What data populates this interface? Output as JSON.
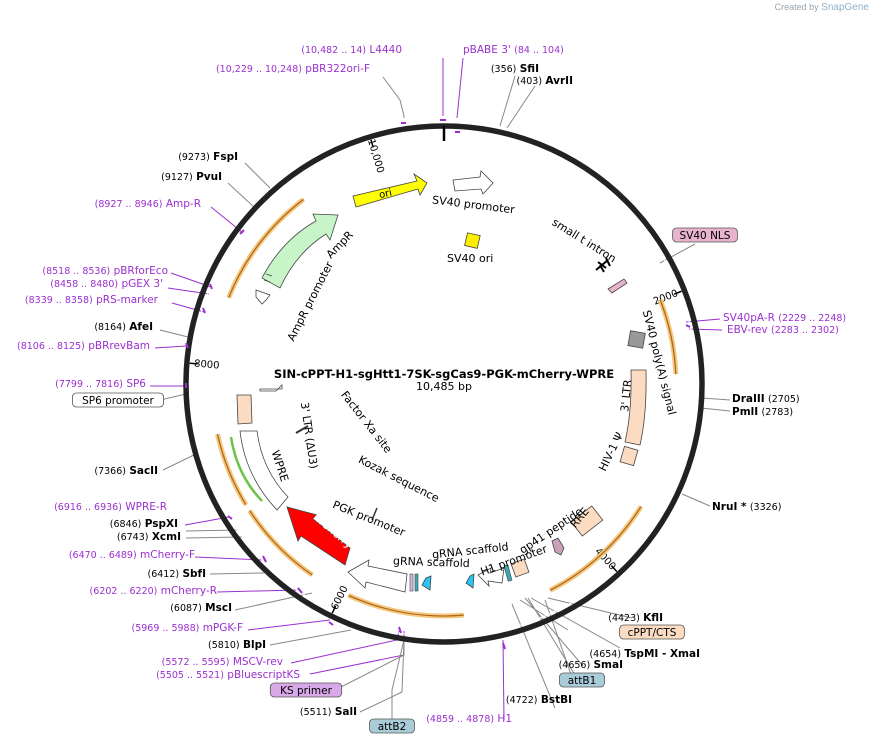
{
  "header": {
    "credit_prefix": "Created by",
    "credit_brand": "SnapGene"
  },
  "plasmid": {
    "name": "SIN-cPPT-H1-sgHtt1-7SK-sgCas9-PGK-mCherry-WPRE",
    "size": "10,485 bp",
    "length_bp": 10485
  },
  "ruler": [
    {
      "bp": 2000,
      "label": "2000"
    },
    {
      "bp": 4000,
      "label": "4000"
    },
    {
      "bp": 6000,
      "label": "6000"
    },
    {
      "bp": 8000,
      "label": "8000"
    },
    {
      "bp": 10000,
      "label": "10,000"
    }
  ],
  "colors": {
    "enzyme": "#000000",
    "primer": "#9b30d0",
    "ring": "#222222",
    "orf_outline": "#d4941f",
    "leader": "#888888"
  },
  "sites": [
    {
      "kind": "primer",
      "name": "L4440",
      "pos": "(10,482 .. 14)"
    },
    {
      "kind": "primer",
      "name": "pBABE 3'",
      "pos": "(84 .. 104)"
    },
    {
      "kind": "primer",
      "name": "pBR322ori-F",
      "pos": "(10,229 .. 10,248)"
    },
    {
      "kind": "enzyme",
      "name": "SfiI",
      "pos": "(356)"
    },
    {
      "kind": "enzyme",
      "name": "AvrII",
      "pos": "(403)"
    },
    {
      "kind": "enzyme",
      "name": "FspI",
      "pos": "(9273)"
    },
    {
      "kind": "enzyme",
      "name": "PvuI",
      "pos": "(9127)"
    },
    {
      "kind": "primer",
      "name": "Amp-R",
      "pos": "(8927 .. 8946)"
    },
    {
      "kind": "feature",
      "name": "SV40 NLS",
      "box": "#e8b4cd"
    },
    {
      "kind": "primer",
      "name": "SV40pA-R",
      "pos": "(2229 .. 2248)"
    },
    {
      "kind": "primer",
      "name": "EBV-rev",
      "pos": "(2283 .. 2302)"
    },
    {
      "kind": "primer",
      "name": "pBRforEco",
      "pos": "(8518 .. 8536)"
    },
    {
      "kind": "primer",
      "name": "pGEX 3'",
      "pos": "(8458 .. 8480)"
    },
    {
      "kind": "primer",
      "name": "pRS-marker",
      "pos": "(8339 .. 8358)"
    },
    {
      "kind": "enzyme",
      "name": "AfeI",
      "pos": "(8164)"
    },
    {
      "kind": "primer",
      "name": "pBRrevBam",
      "pos": "(8106 .. 8125)"
    },
    {
      "kind": "enzyme",
      "name": "DraIII",
      "pos": "(2705)"
    },
    {
      "kind": "enzyme",
      "name": "PmlI",
      "pos": "(2783)"
    },
    {
      "kind": "primer",
      "name": "SP6",
      "pos": "(7799 .. 7816)"
    },
    {
      "kind": "feature",
      "name": "SP6 promoter",
      "box": "#ffffff"
    },
    {
      "kind": "enzyme",
      "name": "SacII",
      "pos": "(7366)"
    },
    {
      "kind": "enzyme",
      "name": "NruI *",
      "pos": "(3326)"
    },
    {
      "kind": "primer",
      "name": "WPRE-R",
      "pos": "(6916 .. 6936)"
    },
    {
      "kind": "enzyme",
      "name": "PspXI",
      "pos": "(6846)"
    },
    {
      "kind": "enzyme",
      "name": "XcmI",
      "pos": "(6743)"
    },
    {
      "kind": "primer",
      "name": "mCherry-F",
      "pos": "(6470 .. 6489)"
    },
    {
      "kind": "enzyme",
      "name": "SbfI",
      "pos": "(6412)"
    },
    {
      "kind": "primer",
      "name": "mCherry-R",
      "pos": "(6202 .. 6220)"
    },
    {
      "kind": "enzyme",
      "name": "MscI",
      "pos": "(6087)"
    },
    {
      "kind": "primer",
      "name": "mPGK-F",
      "pos": "(5969 .. 5988)"
    },
    {
      "kind": "enzyme",
      "name": "BlpI",
      "pos": "(5810)"
    },
    {
      "kind": "primer",
      "name": "MSCV-rev",
      "pos": "(5572 .. 5595)"
    },
    {
      "kind": "primer",
      "name": "pBluescriptKS",
      "pos": "(5505 .. 5521)"
    },
    {
      "kind": "feature",
      "name": "KS primer",
      "box": "#d8a8e8"
    },
    {
      "kind": "enzyme",
      "name": "SalI",
      "pos": "(5511)"
    },
    {
      "kind": "feature",
      "name": "attB2",
      "box": "#a9ccd8"
    },
    {
      "kind": "enzyme",
      "name": "KflI",
      "pos": "(4423)"
    },
    {
      "kind": "feature",
      "name": "cPPT/CTS",
      "box": "#fbdcc2"
    },
    {
      "kind": "enzyme",
      "name": "TspMI - XmaI",
      "pos": "(4654)"
    },
    {
      "kind": "enzyme",
      "name": "SmaI",
      "pos": "(4656)"
    },
    {
      "kind": "feature",
      "name": "attB1",
      "box": "#a9ccd8"
    },
    {
      "kind": "enzyme",
      "name": "BstBI",
      "pos": "(4722)"
    },
    {
      "kind": "primer",
      "name": "H1",
      "pos": "(4859 .. 4878)"
    }
  ],
  "features": [
    {
      "name": "ori",
      "color": "#ffff00"
    },
    {
      "name": "SV40 promoter",
      "color": "#ffffff"
    },
    {
      "name": "SV40 ori",
      "color": "#ffee00"
    },
    {
      "name": "small t intron",
      "color": "#ffffff"
    },
    {
      "name": "SV40 poly(A) signal",
      "color": "#999999"
    },
    {
      "name": "3' LTR",
      "color": "#fbdcc2"
    },
    {
      "name": "HIV-1 Ψ",
      "color": "#fbdcc2"
    },
    {
      "name": "RRE",
      "color": "#fbdcc2"
    },
    {
      "name": "gp41 peptide",
      "color": "#c9a0b8"
    },
    {
      "name": "H1 promoter",
      "color": "#ffffff"
    },
    {
      "name": "gRNA scaffold",
      "color": "#29c5f6"
    },
    {
      "name": "gRNA scaffold",
      "color": "#29c5f6"
    },
    {
      "name": "PGK promoter",
      "color": "#ffffff"
    },
    {
      "name": "mCherry",
      "color": "#ff0000"
    },
    {
      "name": "Kozak sequence",
      "color": "#ffffff"
    },
    {
      "name": "Factor Xa site",
      "color": "#ffffff"
    },
    {
      "name": "WPRE",
      "color": "#ffffff"
    },
    {
      "name": "3' LTR (ΔU3)",
      "color": "#fbdcc2"
    },
    {
      "name": "AmpR",
      "color": "#c8f5c8"
    },
    {
      "name": "AmpR promoter",
      "color": "#ffffff"
    }
  ]
}
